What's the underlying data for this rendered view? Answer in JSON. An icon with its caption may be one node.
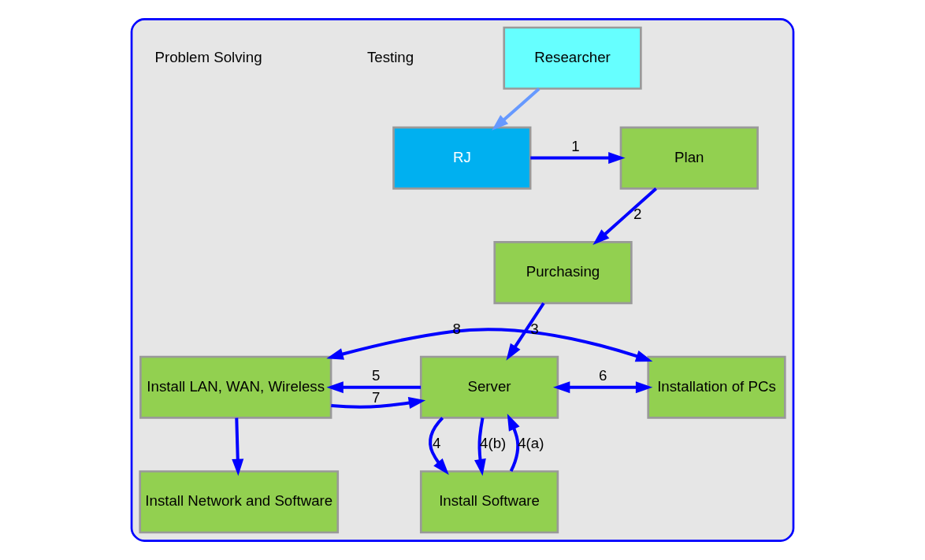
{
  "diagram": {
    "nodes": [
      {
        "text": [],
        "shape": "box"
      },
      {
        "text": [
          "RJ"
        ],
        "in": 0
      },
      {
        "text": [
          "Researcher"
        ],
        "in": 0
      },
      {
        "text": [
          "Plan"
        ],
        "in": 0
      },
      {
        "text": [
          "Purchasing"
        ],
        "in": 0
      },
      {
        "text": [
          "Server"
        ],
        "in": 0
      },
      {
        "text": [
          "Install LAN, WAN, Wireless"
        ],
        "in": 0
      },
      {
        "text": [
          "Installation of PCs"
        ],
        "in": 0
      },
      {
        "text": [
          "Install Software"
        ],
        "in": 0
      },
      {
        "text": [
          "Install Network and Software"
        ],
        "in": 0
      }
    ],
    "edges": [
      {
        "from": 1,
        "to": 3,
        "arrow": "to",
        "label": "1"
      },
      {
        "from": 2,
        "to": 1,
        "arrow": "to",
        "color": "#6699ff"
      },
      {
        "from": 3,
        "to": 4,
        "arrow": "to",
        "label": "2"
      },
      {
        "from": 4,
        "to": 5,
        "arrow": "to",
        "label": "3"
      },
      {
        "from": 5,
        "to": 6,
        "arrow": "to",
        "label": "5"
      },
      {
        "from": 6,
        "to": 5,
        "arrow": "to",
        "label": "7"
      },
      {
        "from": 6,
        "to": 7,
        "arrow": "both",
        "label": "8"
      },
      {
        "from": 5,
        "to": 7,
        "arrow": "both",
        "label": "6"
      },
      {
        "from": 5,
        "to": 8,
        "arrow": "to",
        "label": "4"
      },
      {
        "from": 8,
        "to": 5,
        "arrow": "to",
        "label": "4(a)"
      },
      {
        "from": 5,
        "to": 8,
        "arrow": "to",
        "label": "4(b)"
      },
      {
        "from": 6,
        "to": 9,
        "arrow": "to"
      }
    ],
    "labels": [
      "Testing",
      "Problem Solving"
    ]
  }
}
